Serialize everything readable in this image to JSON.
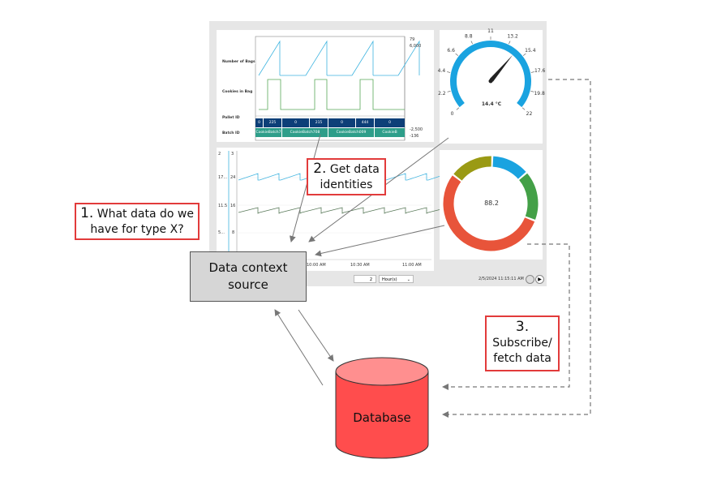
{
  "steps": {
    "step1": {
      "num": "1.",
      "text_line1": "What data do we",
      "text_line2": "have for type X?"
    },
    "step2": {
      "num": "2.",
      "text_line1": "Get data",
      "text_line2": "identities"
    },
    "step3": {
      "num": "3.",
      "text_line1": "Subscribe/",
      "text_line2": "fetch data"
    }
  },
  "data_context_source": {
    "line1": "Data context",
    "line2": "source"
  },
  "database": {
    "label": "Database"
  },
  "dashboard": {
    "trend_panel": {
      "row_labels": [
        "Number of Bags",
        "Cookies in Bag",
        "Pallet ID",
        "Batch ID"
      ],
      "right_axis_top": [
        "79",
        "6,000"
      ],
      "right_axis_bottom": [
        "-2,500",
        "-136"
      ],
      "pallet_ids": [
        "0",
        "225",
        "0",
        "215",
        "0",
        "444",
        "0"
      ],
      "batch_ids": [
        "CookieBatch7",
        "CookieBatch708",
        "CookieBatch009",
        "CookieB"
      ]
    },
    "gauge": {
      "reading": "14.4 °C",
      "ticks": [
        "0",
        "2.2",
        "4.4",
        "6.6",
        "8.8",
        "11",
        "13.2",
        "15.4",
        "17.6",
        "19.8",
        "22"
      ],
      "value": 14.4,
      "min": 0,
      "max": 22,
      "accent": "#1aa3e0"
    },
    "line_panel": {
      "left_axis_outer": [
        "2",
        "17...",
        "11.5",
        "5..."
      ],
      "left_axis_inner": [
        "3",
        "24",
        "16",
        "8"
      ],
      "time_labels": [
        "10:00 AM",
        "10:30 AM",
        "11:00 AM"
      ]
    },
    "donut": {
      "center_value": "88.2",
      "segments": [
        {
          "color": "#1aa3e0",
          "value": 13
        },
        {
          "color": "#43a047",
          "value": 17
        },
        {
          "color": "#e8543a",
          "value": 54
        },
        {
          "color": "#9a9a14",
          "value": 15
        }
      ]
    },
    "footer": {
      "range_value": "2",
      "range_unit": "Hour(s)",
      "timestamp": "2/5/2024 11:15:11 AM"
    }
  },
  "colors": {
    "step_border": "#e23b3b",
    "database_fill": "#ff4d4d",
    "database_top": "#ff8f8f",
    "dcs_fill": "#d6d6d6"
  }
}
